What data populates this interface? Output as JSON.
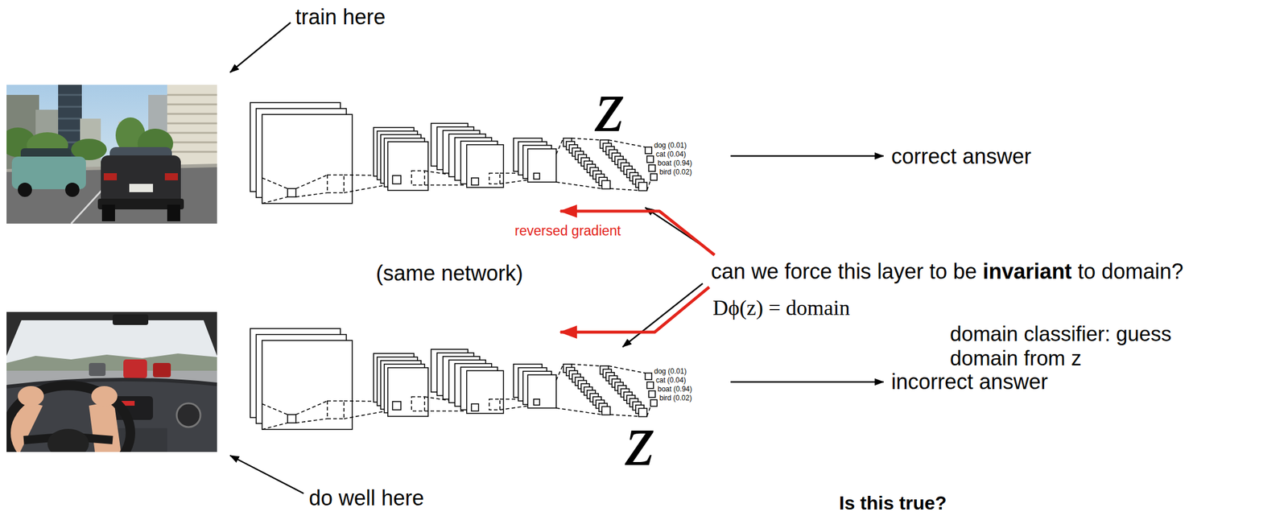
{
  "diagram": {
    "labels": [
      "train here",
      "z",
      "dog (0.01)",
      "cat (0.04)",
      "boat (0.94)",
      "bird (0.02)",
      "correct answer",
      "reversed gradient",
      "(same network)",
      "can we force this layer to be",
      "invariant",
      "to domain?",
      "Dϕ(z) = domain",
      "domain classifier: guess domain from z",
      "dog (0.01)",
      "cat (0.04)",
      "boat (0.94)",
      "bird (0.02)",
      "incorrect answer",
      "z",
      "do well here",
      "Is this true?"
    ]
  }
}
